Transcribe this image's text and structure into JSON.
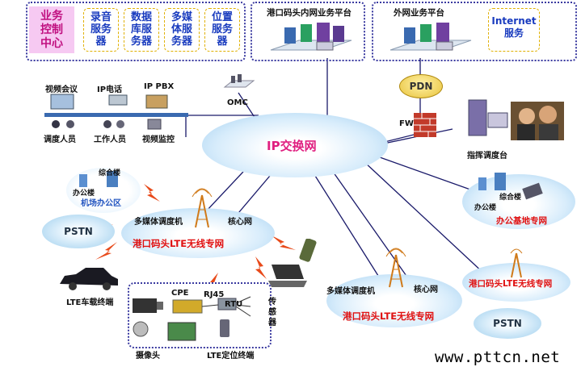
{
  "business_center": {
    "title": "业务\n控制\n中心",
    "services": [
      "录音\n服务\n器",
      "数据\n库服\n务器",
      "多媒\n体服\n务器",
      "位置\n服务\n器"
    ]
  },
  "port_platform": "港口码头内网业务平台",
  "external_platform": "外网业务平台",
  "internet_service": "Internet\n服务",
  "pdn": "PDN",
  "fw": "FW",
  "omc": "OMC",
  "ip_exchange": "IP交换网",
  "command_console": "指挥调度台",
  "terminals": {
    "video_conf": "视频会议",
    "ip_phone": "IP电话",
    "ip_pbx": "IP PBX",
    "dispatcher": "调度人员",
    "worker": "工作人员",
    "video_monitor": "视频监控"
  },
  "airport": {
    "building": "综合楼",
    "office": "办公楼",
    "label": "机场办公区"
  },
  "office_base": {
    "building": "综合楼",
    "office": "办公楼",
    "label": "办公基地专网"
  },
  "left_lte": {
    "mm": "多媒体调度机",
    "core": "核心网",
    "net": "港口码头LTE无线专网"
  },
  "right_lte": {
    "mm": "多媒体调度机",
    "core": "核心网",
    "net": "港口码头LTE无线专网"
  },
  "far_lte": "港口码头LTE无线专网",
  "pstn": [
    "PSTN",
    "PSTN"
  ],
  "vehicle": "LTE车载终端",
  "field": {
    "cpe": "CPE",
    "rj45": "RJ45",
    "rtu": "RTU",
    "sensor": "传\n感\n器",
    "camera": "摄像头",
    "lte_loc": "LTE定位终端"
  },
  "watermark": "www.pttcn.net",
  "colors": {
    "pink": "#f6c9f2",
    "title_blue": "#1a3cbf",
    "red": "#e01010",
    "dotted": "#3a3aa0"
  }
}
